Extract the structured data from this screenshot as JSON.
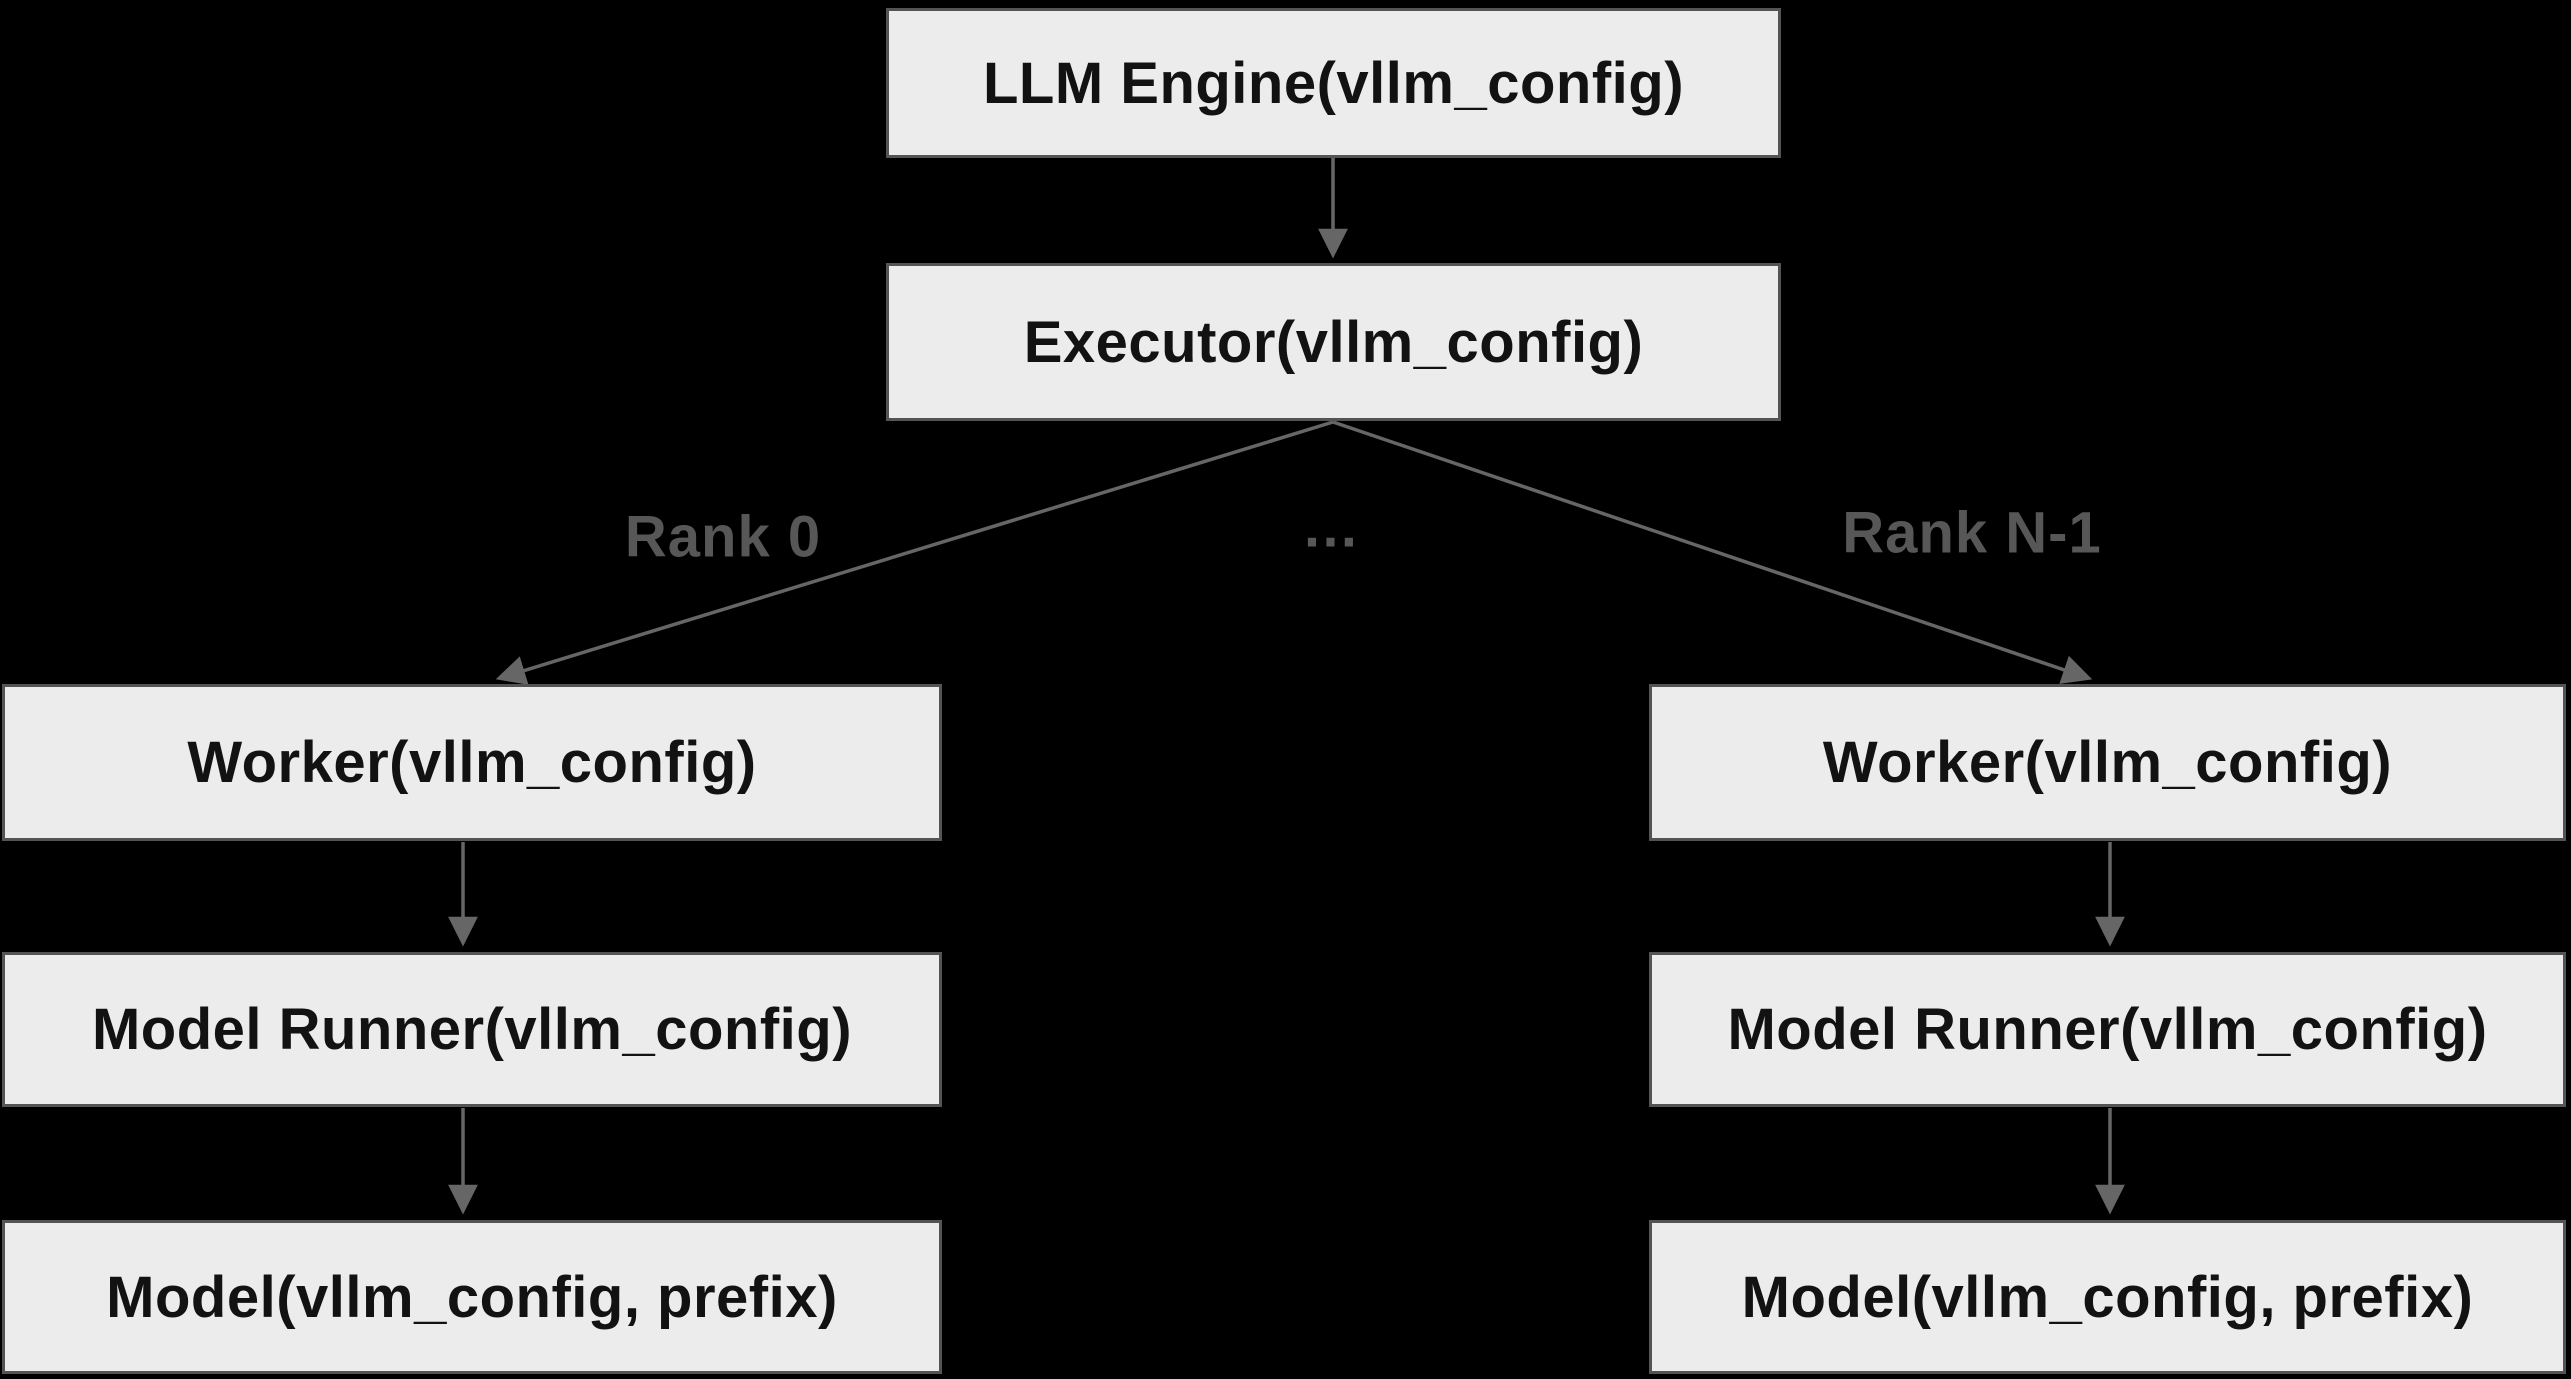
{
  "colors": {
    "background": "#000000",
    "box_fill": "#ececec",
    "box_border": "#545454",
    "box_text": "#121212",
    "line": "#666666",
    "edge_label": "#575757"
  },
  "nodes": {
    "llm_engine": "LLM Engine(vllm_config)",
    "executor": "Executor(vllm_config)",
    "worker_left": "Worker(vllm_config)",
    "worker_right": "Worker(vllm_config)",
    "model_runner_left": "Model Runner(vllm_config)",
    "model_runner_right": "Model Runner(vllm_config)",
    "model_left": "Model(vllm_config, prefix)",
    "model_right": "Model(vllm_config, prefix)"
  },
  "edge_labels": {
    "rank_0": "Rank 0",
    "ellipsis": "…",
    "rank_n_minus_1": "Rank N-1"
  }
}
